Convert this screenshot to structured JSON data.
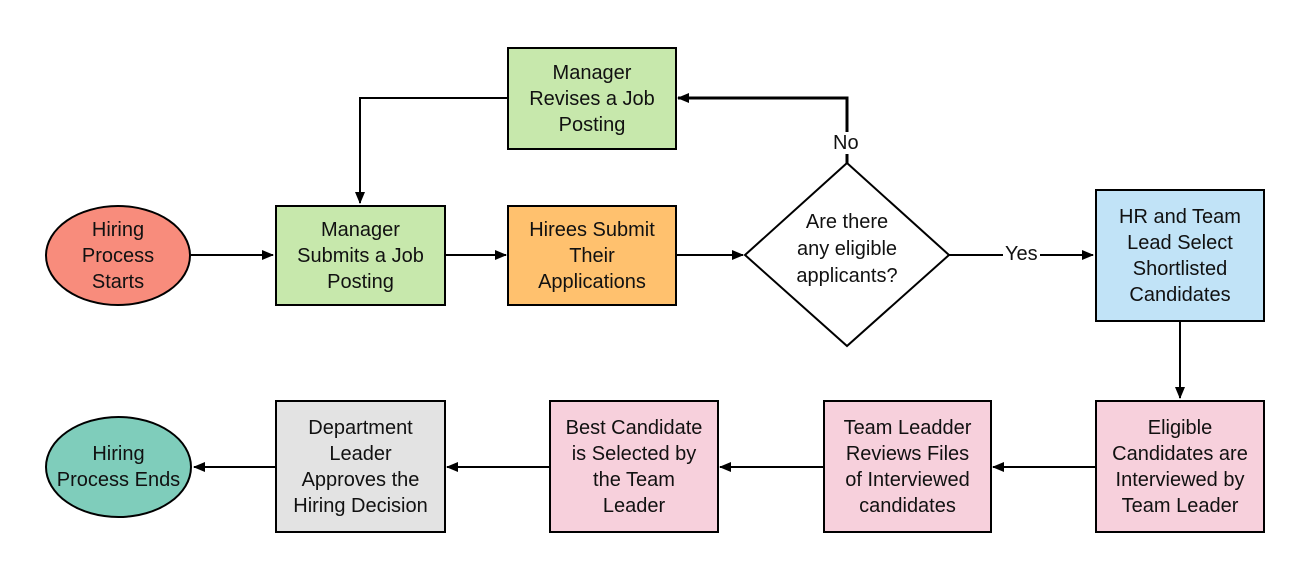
{
  "nodes": {
    "start": "Hiring\nProcess\nStarts",
    "submit_posting": "Manager\nSubmits a Job\nPosting",
    "revise_posting": "Manager\nRevises a Job\nPosting",
    "applications": "Hirees Submit\nTheir\nApplications",
    "decision": "Are there\nany eligible\napplicants?",
    "shortlist": "HR and Team\nLead Select\nShortlisted\nCandidates",
    "interview": "Eligible\nCandidates are\nInterviewed by\nTeam Leader",
    "review": "Team Leadder\nReviews  Files\nof Interviewed\ncandidates",
    "select": "Best Candidate\nis Selected by\nthe Team\nLeader",
    "approve": "Department\nLeader\nApproves the\nHiring Decision",
    "end": "Hiring\nProcess Ends"
  },
  "edge_labels": {
    "no": "No",
    "yes": "Yes"
  },
  "colors": {
    "start": "#f88c7c",
    "green": "#c7e8ac",
    "orange": "#ffc16e",
    "blue": "#c1e3f7",
    "pink": "#f7d0dc",
    "gray": "#e3e3e3",
    "end": "#7fcdbb",
    "line": "#000000"
  }
}
